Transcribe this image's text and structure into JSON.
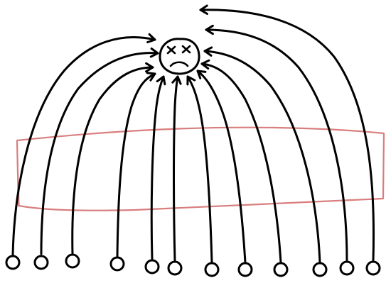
{
  "illustration": {
    "kind": "hand-drawn sketch",
    "subject": "sad face",
    "ink_color": "#000000",
    "band_color": "#d97e7e",
    "line_count": 12,
    "face_icon": "dizzy-sad-face-icon"
  }
}
